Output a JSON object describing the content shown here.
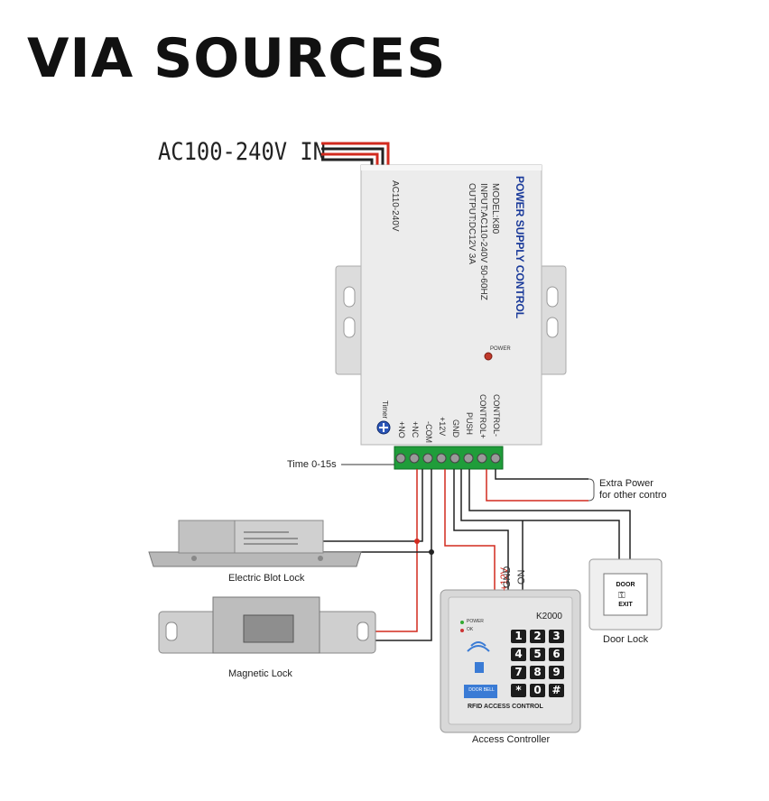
{
  "headline": "VIA SOURCES",
  "ac_input_label": "AC100-240V IN",
  "psu": {
    "side_label": "AC110-240V",
    "title": "POWER SUPPLY CONTROL",
    "model": "MODEL:K80",
    "input": "INPUT:AC110-240V  50-60HZ",
    "output": "OUTPUT:DC12V 3A",
    "power_led_label": "POWER",
    "timer_label": "Timer",
    "terminals": [
      "+NO",
      "+NC",
      "-COM",
      "+12V",
      "GND",
      "PUSH",
      "CONTROL+",
      "CONTROL-"
    ]
  },
  "annotations": {
    "time_label": "Time 0-15s",
    "extra_power_line1": "Extra Power",
    "extra_power_line2": "for other contro"
  },
  "wire_labels": {
    "plus12v": "+12V",
    "gnd": "GND",
    "on": "ON"
  },
  "devices": {
    "electric_bolt_lock": "Electric Blot Lock",
    "magnetic_lock": "Magnetic Lock",
    "door_lock": "Door Lock",
    "access_controller": "Access Controller"
  },
  "keypad": {
    "brand": "K2000",
    "power_indicator": "POWER",
    "ok_indicator": "OK",
    "rfid_label": "RFID ACCESS CONTROL",
    "doorbell_label": "DOOR BELL",
    "keys": [
      "1",
      "2",
      "3",
      "4",
      "5",
      "6",
      "7",
      "8",
      "9",
      "*",
      "0",
      "#"
    ]
  },
  "exit_button": {
    "line1": "DOOR",
    "line2": "EXIT"
  },
  "colors": {
    "wire_red": "#d22a1e",
    "wire_black": "#222222",
    "terminal_green": "#1f9d3a"
  }
}
